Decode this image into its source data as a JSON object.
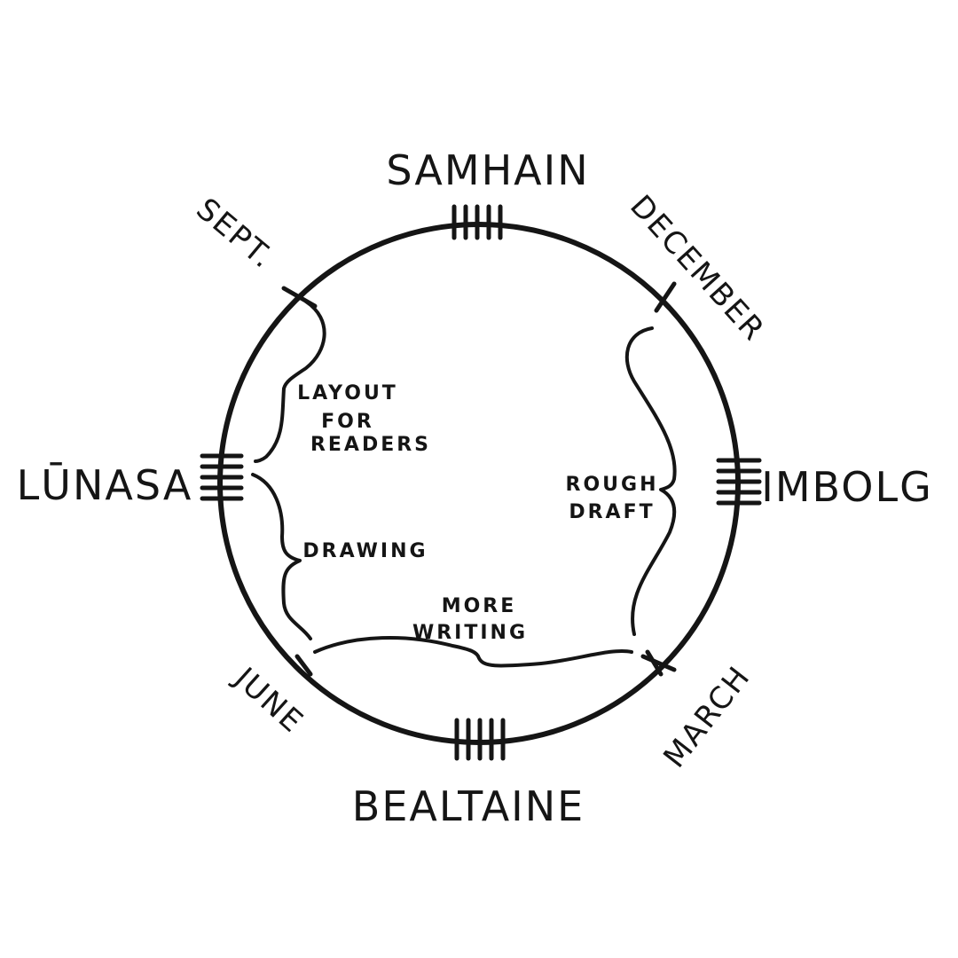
{
  "festivals": {
    "samhain": "SAMHAIN",
    "imbolg": "IMBOLG",
    "bealtaine": "BEALTAINE",
    "lunasa": "LŪNASA"
  },
  "months": {
    "sept": "SEPT.",
    "december": "DECEMBER",
    "march": "MARCH",
    "june": "JUNE"
  },
  "annotations": {
    "layout_line1": "LAYOUT",
    "layout_line2": "FOR",
    "layout_line3": "READERS",
    "drawing": "DRAWING",
    "rough_line1": "ROUGH",
    "rough_line2": "DRAFT",
    "more_line1": "MORE",
    "more_line2": "WRITING"
  },
  "colors": {
    "ink": "#151515",
    "background": "#ffffff"
  }
}
